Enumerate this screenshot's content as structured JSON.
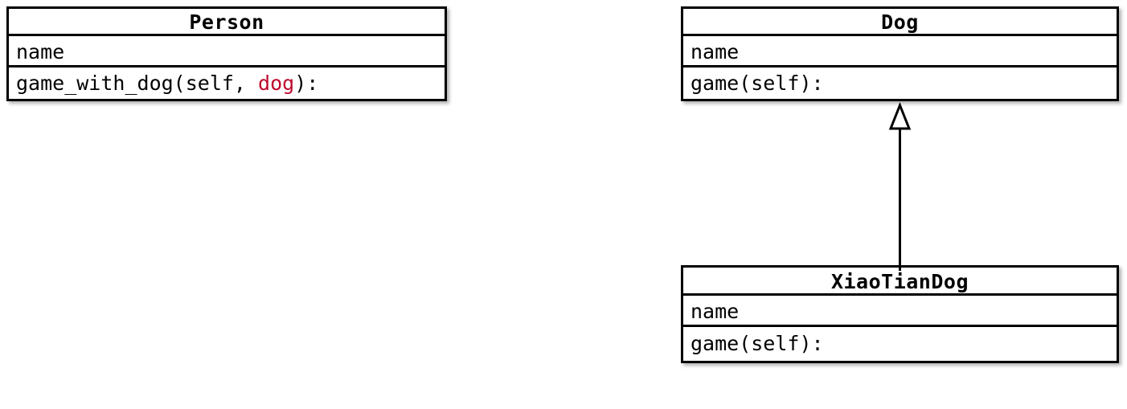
{
  "diagram": {
    "type": "uml-class-diagram",
    "background_color": "#ffffff",
    "border_color": "#000000",
    "text_color": "#000000",
    "highlight_color": "#be0a2e"
  },
  "classes": [
    {
      "id": "person",
      "name": "Person",
      "attributes": "name",
      "method_prefix": "game_with_dog(self, ",
      "method_param": "dog",
      "method_suffix": "):",
      "method_full": "game_with_dog(self, dog):"
    },
    {
      "id": "dog",
      "name": "Dog",
      "attributes": "name",
      "methods": "game(self):"
    },
    {
      "id": "xiaotiandog",
      "name": "XiaoTianDog",
      "attributes": "name",
      "methods": "game(self):"
    }
  ],
  "relationships": [
    {
      "id": "inheritance-xiaotiandog-dog",
      "kind": "generalization",
      "arrow": "hollow-triangle",
      "from": "XiaoTianDog",
      "to": "Dog",
      "label": ""
    }
  ]
}
